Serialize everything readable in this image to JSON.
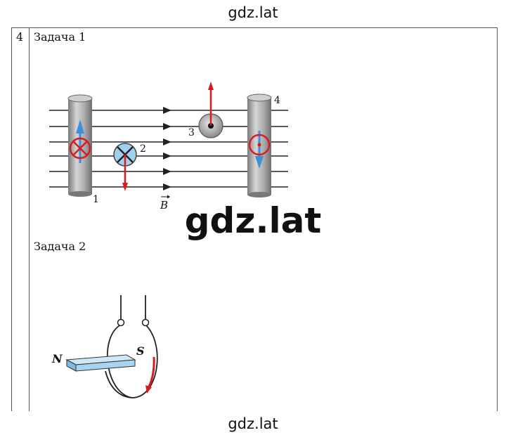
{
  "header": {
    "site": "gdz.lat"
  },
  "footer": {
    "site": "gdz.lat"
  },
  "watermark": "gdz.lat",
  "row": {
    "number": "4",
    "task1": {
      "label": "Задача 1",
      "figure_labels": {
        "c1": "1",
        "c2": "2",
        "c3": "3",
        "c4": "4",
        "field": "B"
      }
    },
    "task2": {
      "label": "Задача 2",
      "figure_labels": {
        "north": "N",
        "south": "S"
      }
    }
  },
  "colors": {
    "red": "#d61c1c",
    "blue": "#3f8fd6",
    "magnet": "#a9d3ee"
  }
}
